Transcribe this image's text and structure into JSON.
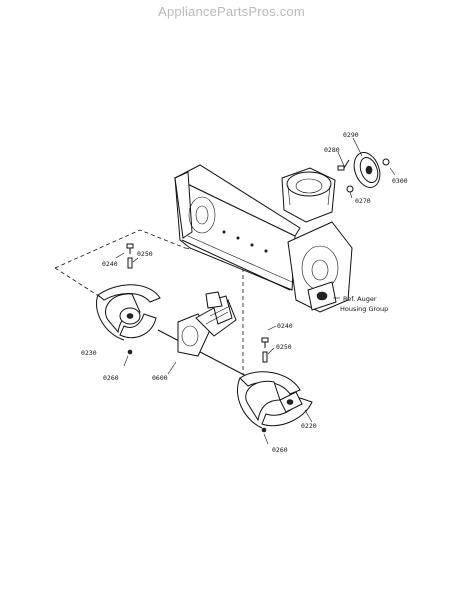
{
  "watermark": "AppliancePartsPros.com",
  "labels": {
    "p0290": "0290",
    "p0280": "0280",
    "p0300": "0300",
    "p0270": "0270",
    "p0240a": "0240",
    "p0250a": "0250",
    "p0230": "0230",
    "p0260a": "0260",
    "p0600": "0600",
    "p0240b": "0240",
    "p0250b": "0250",
    "p0220": "0220",
    "p0260b": "0260",
    "ref_line1": "Ref. Auger",
    "ref_line2": "Housing Group"
  }
}
